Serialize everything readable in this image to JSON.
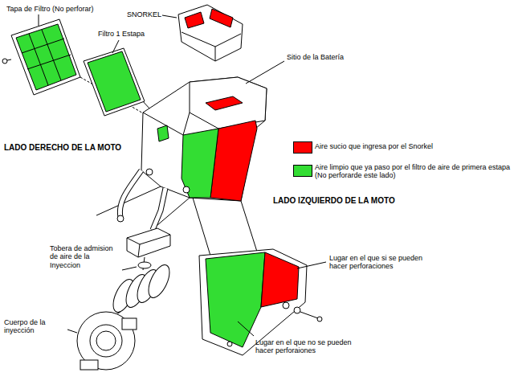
{
  "diagram": {
    "labels": [
      "Tapa de Filtro (No perforar)",
      "SNORKEL",
      "Filtro 1 Estapa",
      "Sitio de la Batería",
      "LADO DERECHO DE LA MOTO",
      "LADO IZQUIERDO DE LA MOTO",
      "Tobera de admision de aire de la Inyeccion",
      "Lugar en el que si se pueden hacer perforaciones",
      "Cuerpo de la inyección",
      "Lugar en el que no se pueden hacer perforaiones"
    ],
    "legend": [
      {
        "text": "Aire sucio que ingresa por el Snorkel",
        "color": "#ff0000"
      },
      {
        "text": "Aire limpio que ya paso por el filtro de aire de primera estapa (No perforarde este lado)",
        "color": "#33dd33"
      }
    ]
  }
}
